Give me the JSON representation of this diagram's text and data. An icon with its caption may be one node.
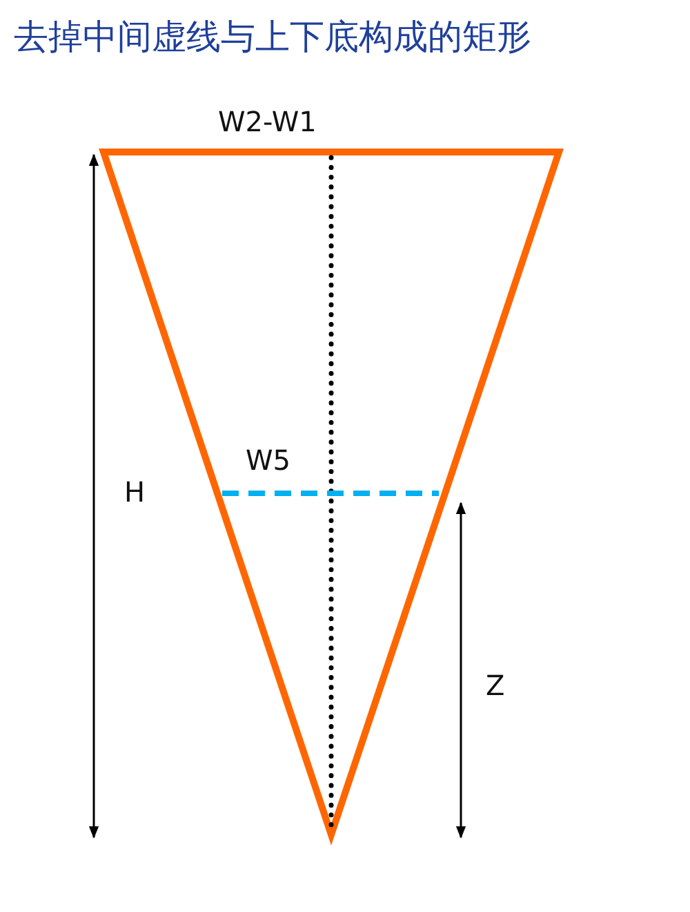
{
  "diagram": {
    "title": "去掉中间虚线与上下底构成的矩形",
    "labels": [
      "W2-W1",
      "W5",
      "H",
      "Z"
    ]
  }
}
